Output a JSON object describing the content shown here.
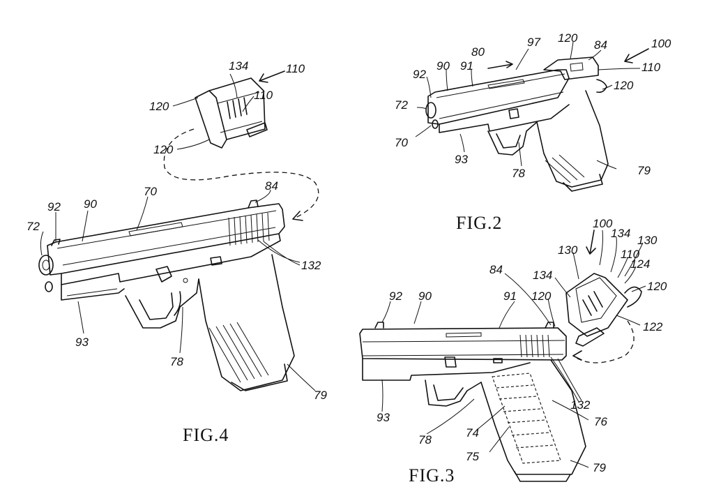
{
  "figures": {
    "fig2": "FIG.2",
    "fig3": "FIG.3",
    "fig4": "FIG.4"
  },
  "fig4_refs": {
    "r72": "72",
    "r92": "92",
    "r90": "90",
    "r70": "70",
    "r84": "84",
    "r132": "132",
    "r93": "93",
    "r78": "78",
    "r79": "79",
    "r134": "134",
    "r110a": "110",
    "r110b": "110",
    "r120a": "120",
    "r120b": "120"
  },
  "fig2_refs": {
    "r80": "80",
    "r97": "97",
    "r120a": "120",
    "r84": "84",
    "r100": "100",
    "r92": "92",
    "r90": "90",
    "r91": "91",
    "r110": "110",
    "r120b": "120",
    "r72": "72",
    "r70": "70",
    "r93": "93",
    "r78": "78",
    "r79": "79"
  },
  "fig3_refs": {
    "r100": "100",
    "r134a": "134",
    "r130a": "130",
    "r130b": "130",
    "r110": "110",
    "r124": "124",
    "r134b": "134",
    "r120a": "120",
    "r120b": "120",
    "r122": "122",
    "r84": "84",
    "r92": "92",
    "r90": "90",
    "r91": "91",
    "r132": "132",
    "r76": "76",
    "r93": "93",
    "r78": "78",
    "r74": "74",
    "r75": "75",
    "r79": "79"
  }
}
